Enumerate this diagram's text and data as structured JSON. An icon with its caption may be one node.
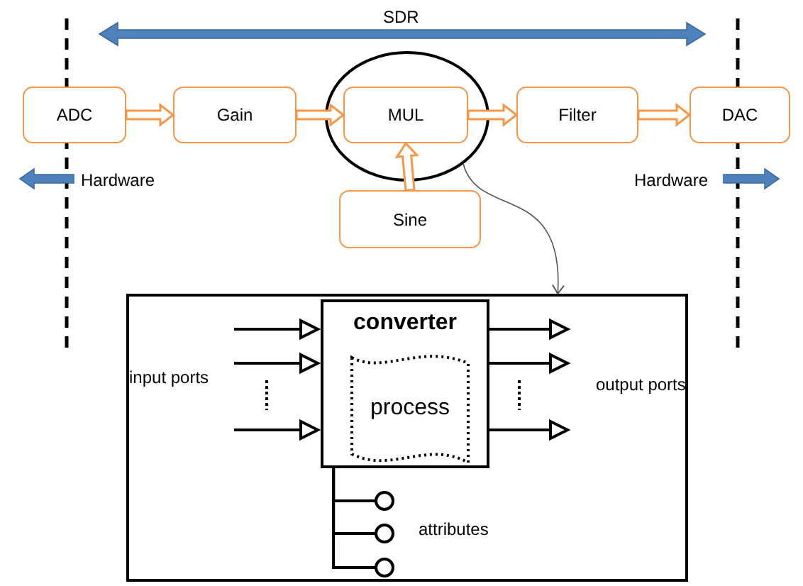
{
  "diagram": {
    "nodes": [
      {
        "text": [
          "ADC"
        ]
      },
      {
        "text": [
          "Gain"
        ]
      },
      {
        "text": [],
        "shape": "ellipse"
      },
      {
        "text": [
          "MUL"
        ],
        "in": 2
      },
      {
        "text": [
          "Filter"
        ]
      },
      {
        "text": [
          "DAC"
        ]
      },
      {
        "text": [
          "Sine"
        ]
      },
      {
        "text": [],
        "shape": "box"
      },
      {
        "text": [
          "converter"
        ],
        "in": 7
      },
      {
        "text": [
          "process"
        ],
        "in": 8
      }
    ],
    "edges": [
      {
        "from": 0,
        "to": 1,
        "arrow": "to",
        "style": "thick",
        "color": "#f79646"
      },
      {
        "from": 1,
        "to": 3,
        "arrow": "to",
        "style": "thick",
        "color": "#f79646"
      },
      {
        "from": 3,
        "to": 4,
        "arrow": "to",
        "style": "thick",
        "color": "#f79646"
      },
      {
        "from": 4,
        "to": 5,
        "arrow": "to",
        "style": "thick",
        "color": "#f79646"
      },
      {
        "from": 6,
        "to": 3,
        "arrow": "to",
        "style": "thick",
        "color": "#f79646"
      },
      {
        "from": 2,
        "to": 7,
        "arrow": "to",
        "color": "#555555"
      },
      {
        "from": null,
        "to": 8,
        "arrow": "to"
      },
      {
        "from": null,
        "to": 8,
        "arrow": "to"
      },
      {
        "from": null,
        "to": 8,
        "arrow": "to"
      },
      {
        "from": 8,
        "to": null,
        "arrow": "to"
      },
      {
        "from": 8,
        "to": null,
        "arrow": "to"
      },
      {
        "from": 8,
        "to": null,
        "arrow": "to"
      },
      {
        "from": 8,
        "to": null,
        "arrow": "other"
      },
      {
        "from": 8,
        "to": null,
        "arrow": "other"
      },
      {
        "from": 8,
        "to": null,
        "arrow": "other"
      }
    ],
    "labels": [
      "SDR",
      "Hardware",
      "Hardware",
      "input ports",
      "output ports",
      "attributes"
    ]
  }
}
